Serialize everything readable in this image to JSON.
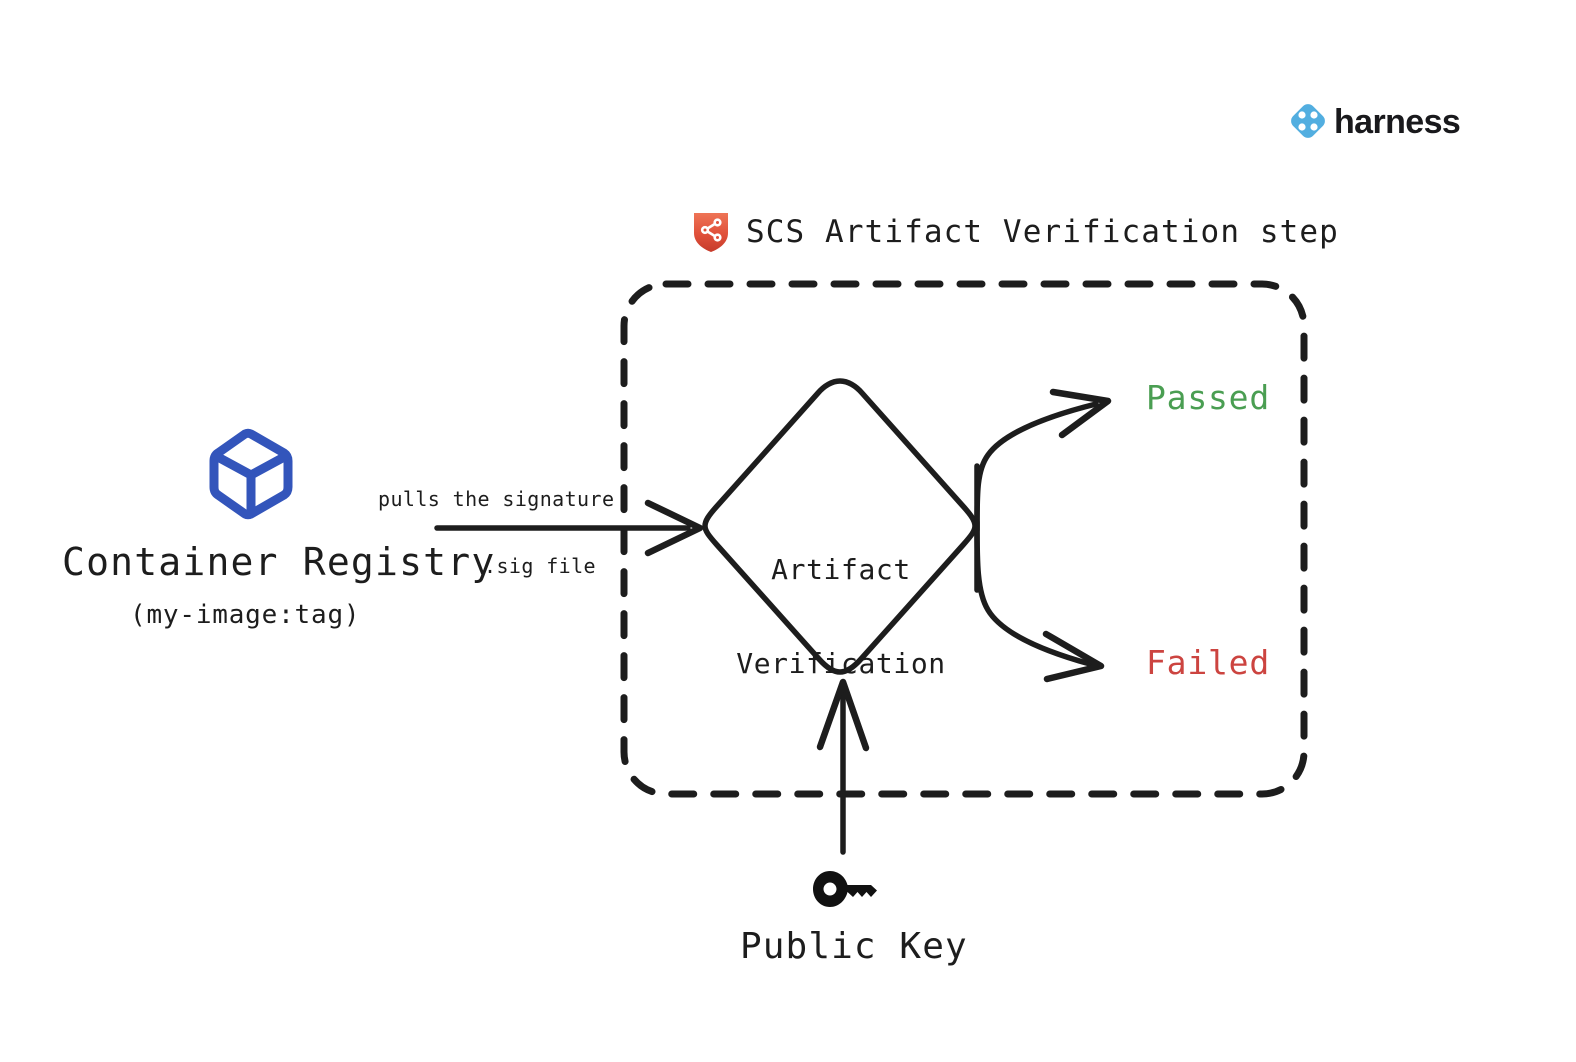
{
  "brand": {
    "name": "harness",
    "logo_icon": "harness-diamond-icon",
    "logo_color": "#52AEE0",
    "wordmark_color": "#19191c"
  },
  "step": {
    "icon": "scs-shield-icon",
    "icon_color": "#E0503A",
    "title": "SCS Artifact Verification step"
  },
  "source": {
    "icon": "container-cube-icon",
    "icon_color": "#3355BB",
    "title": "Container Registry",
    "subtitle": "(my-image:tag)"
  },
  "edges": {
    "pull_label_line1": "pulls the signature",
    "pull_label_line2": ".sig file"
  },
  "decision": {
    "label_line1": "Artifact",
    "label_line2": "Verification"
  },
  "outcomes": [
    {
      "label": "Passed",
      "color": "#4a9e52",
      "name": "outcome-passed"
    },
    {
      "label": "Failed",
      "color": "#cc4440",
      "name": "outcome-failed"
    }
  ],
  "key": {
    "icon": "key-icon",
    "icon_color": "#111111",
    "label": "Public Key"
  },
  "style": {
    "stroke": "#1d1d1d",
    "background": "#ffffff"
  }
}
